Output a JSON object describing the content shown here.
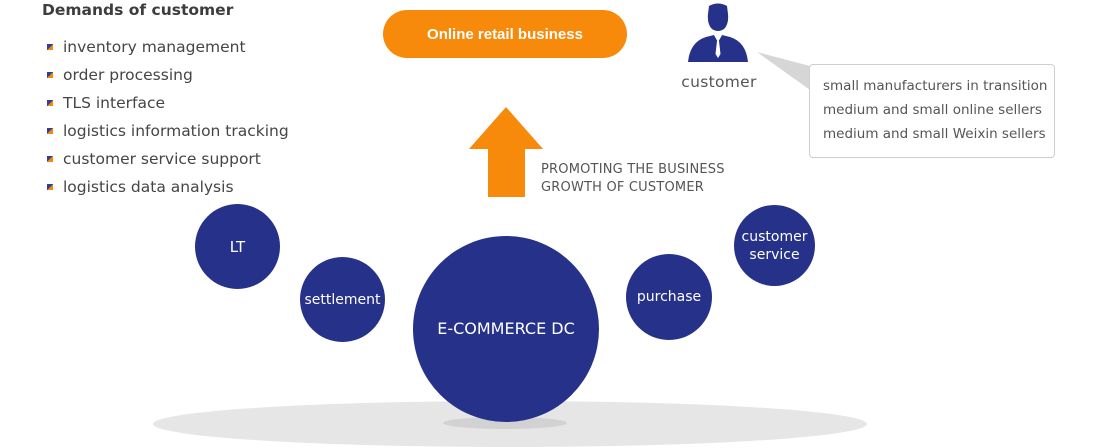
{
  "demands": {
    "title": "Demands of customer",
    "items": [
      "inventory management",
      "order processing",
      "TLS interface",
      "logistics information tracking",
      "customer service support",
      "logistics data analysis"
    ]
  },
  "retail_button": "Online retail business",
  "customer": {
    "label": "customer",
    "icon": "person-icon",
    "segments": [
      "small manufacturers in transition",
      "medium and small online sellers",
      "medium and small Weixin sellers"
    ]
  },
  "promotion": {
    "line1": "PROMOTING THE BUSINESS",
    "line2": "GROWTH OF CUSTOMER"
  },
  "circles": {
    "center": "E-COMMERCE DC",
    "lt": "LT",
    "settlement": "settlement",
    "purchase": "purchase",
    "customer_service_line1": "customer",
    "customer_service_line2": "service"
  },
  "colors": {
    "navy": "#263189",
    "orange": "#f7890b",
    "shadow": "#e6e6e6"
  }
}
